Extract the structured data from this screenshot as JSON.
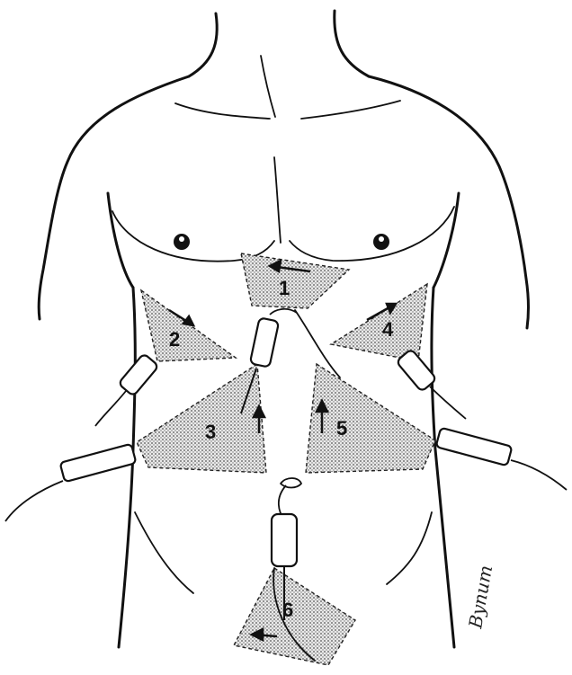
{
  "figure": {
    "zones": [
      {
        "id": "zone-1",
        "label": "1"
      },
      {
        "id": "zone-2",
        "label": "2"
      },
      {
        "id": "zone-3",
        "label": "3"
      },
      {
        "id": "zone-4",
        "label": "4"
      },
      {
        "id": "zone-5",
        "label": "5"
      },
      {
        "id": "zone-6",
        "label": "6"
      }
    ],
    "signature": "Bynum"
  }
}
